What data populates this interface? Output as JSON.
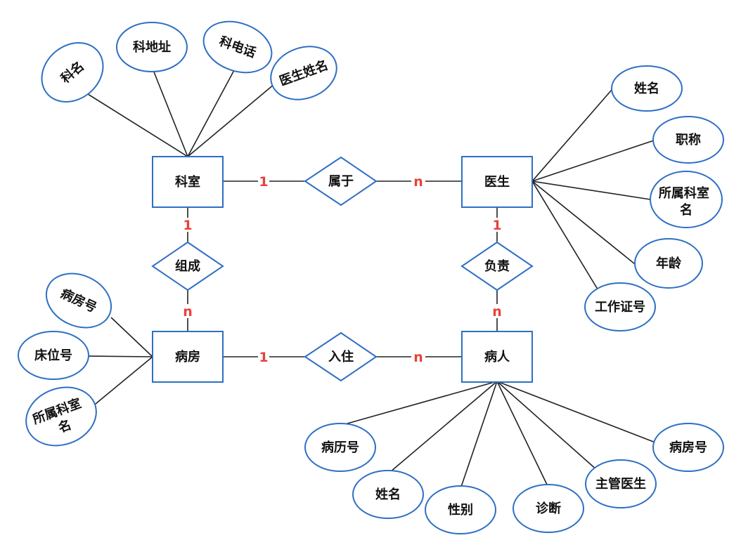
{
  "colors": {
    "shape_stroke": "#2f6fc4",
    "cardinality": "#e8413b",
    "line": "#222222"
  },
  "entities": {
    "keshi": "科室",
    "yisheng": "医生",
    "bingfang": "病房",
    "bingren": "病人"
  },
  "relationships": {
    "shuyu": "属于",
    "zucheng": "组成",
    "fuze": "负责",
    "ruzhu": "入住"
  },
  "attributes": {
    "keshi": [
      "科名",
      "科地址",
      "科电话",
      "医生姓名"
    ],
    "yisheng": [
      "姓名",
      "职称",
      "所属科室名",
      "年龄",
      "工作证号"
    ],
    "bingfang": [
      "病房号",
      "床位号",
      "所属科室名"
    ],
    "bingren": [
      "病历号",
      "姓名",
      "性别",
      "诊断",
      "主管医生",
      "病房号"
    ]
  },
  "cardinalities": {
    "keshi_shuyu": "1",
    "shuyu_yisheng": "n",
    "keshi_zucheng": "1",
    "zucheng_bingfang": "n",
    "yisheng_fuze": "1",
    "fuze_bingren": "n",
    "bingfang_ruzhu": "1",
    "ruzhu_bingren": "n"
  }
}
